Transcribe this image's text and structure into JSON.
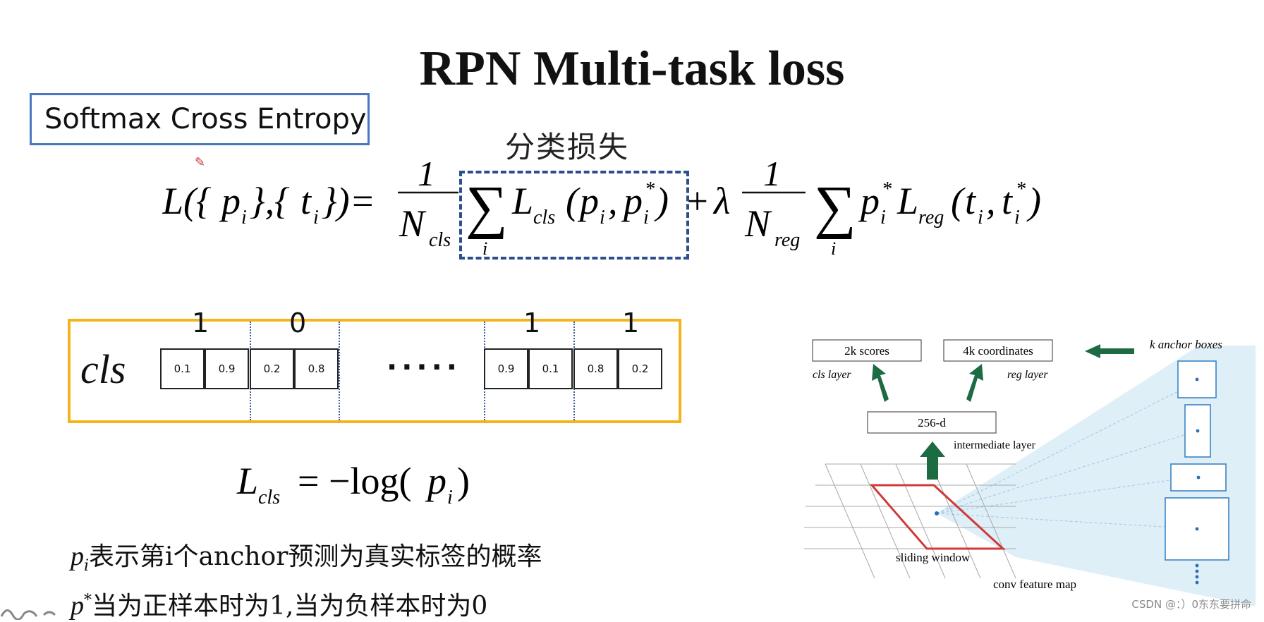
{
  "title": "RPN Multi-task loss",
  "softmax_box_label": "Softmax Cross Entropy",
  "cls_loss_cn": "分类损失",
  "cls_label": "cls",
  "labels": [
    "1",
    "0",
    "1",
    "1"
  ],
  "cells_left": [
    "0.1",
    "0.9",
    "0.2",
    "0.8"
  ],
  "cells_right": [
    "0.9",
    "0.1",
    "0.8",
    "0.2"
  ],
  "ellipsis": "·····",
  "note_pi": {
    "sym": "p",
    "sub": "i",
    "text": "表示第i个anchor预测为真实标签的概率"
  },
  "note_pstar": {
    "sym": "p",
    "sup": "*",
    "text": "当为正样本时为1,当为负样本时为0"
  },
  "rpn": {
    "scores": "2k scores",
    "coordinates": "4k coordinates",
    "cls_layer": "cls layer",
    "reg_layer": "reg layer",
    "mid": "256-d",
    "intermediate": "intermediate layer",
    "sliding": "sliding window",
    "conv_map": "conv feature map",
    "anchor_boxes": "k anchor boxes"
  },
  "watermark": "CSDN @：）0东东要拼命",
  "colors": {
    "softmax_border": "#4a78c0",
    "dashed_border": "#2c4f8c",
    "yellow_border": "#f4b51c",
    "arrow_green": "#1d6b43",
    "sliding_red": "#d03a3a",
    "anchor_blue": "#3b82c4"
  }
}
